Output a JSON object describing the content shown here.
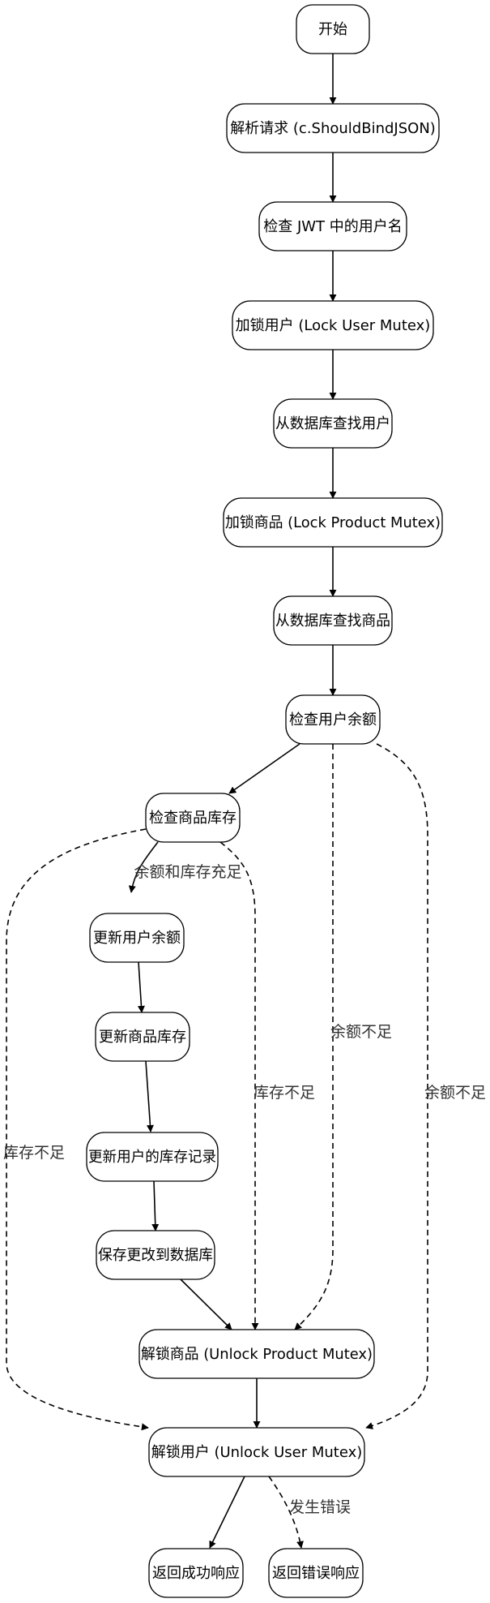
{
  "nodes": {
    "start": "开始",
    "parse_request": "解析请求 (c.ShouldBindJSON)",
    "check_jwt": "检查 JWT 中的用户名",
    "lock_user": "加锁用户 (Lock User Mutex)",
    "find_user": "从数据库查找用户",
    "lock_product": "加锁商品 (Lock Product Mutex)",
    "find_product": "从数据库查找商品",
    "check_balance": "检查用户余额",
    "check_stock": "检查商品库存",
    "update_balance": "更新用户余额",
    "update_stock": "更新商品库存",
    "update_inventory": "更新用户的库存记录",
    "save_db": "保存更改到数据库",
    "unlock_product": "解锁商品 (Unlock Product Mutex)",
    "unlock_user": "解锁用户 (Unlock User Mutex)",
    "return_success": "返回成功响应",
    "return_error": "返回错误响应"
  },
  "edge_labels": {
    "sufficient": "余额和库存充足",
    "stock_short_left": "库存不足",
    "stock_short_mid": "库存不足",
    "balance_short_mid": "余额不足",
    "balance_short_right": "余额不足",
    "error_occurred": "发生错误"
  }
}
